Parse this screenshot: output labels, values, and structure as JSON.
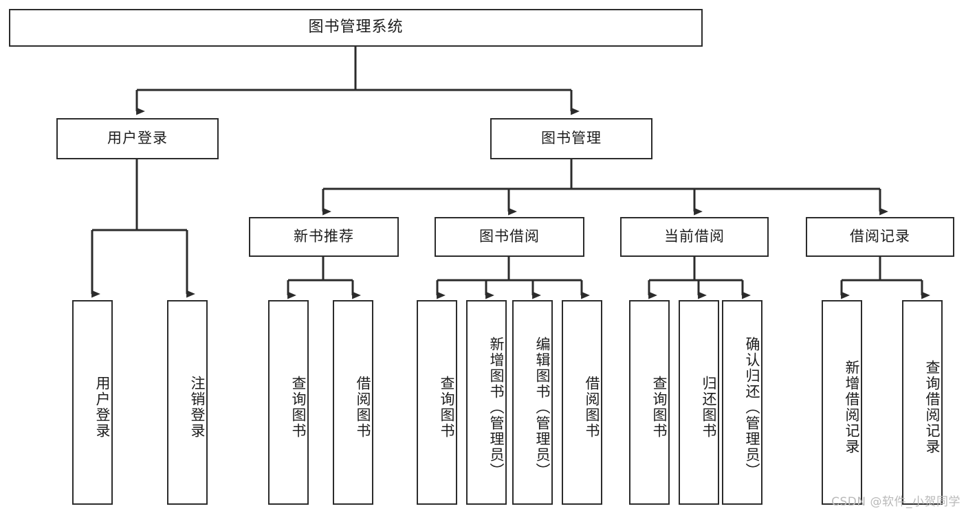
{
  "diagram": {
    "title": "图书管理系统",
    "type": "tree-hierarchy-flowchart",
    "colors": {
      "stroke": "#2b2b2b",
      "fill": "#ffffff",
      "text": "#1c1c1c",
      "watermark": "#b9b9b9"
    },
    "root": {
      "label": "图书管理系统"
    },
    "level2": [
      {
        "label": "用户登录"
      },
      {
        "label": "图书管理"
      }
    ],
    "level3": [
      {
        "label": "新书推荐"
      },
      {
        "label": "图书借阅"
      },
      {
        "label": "当前借阅"
      },
      {
        "label": "借阅记录"
      }
    ],
    "leaves": {
      "user_login": [
        {
          "label": "用户登录"
        },
        {
          "label": "注销登录"
        }
      ],
      "new_book": [
        {
          "label": "查询图书"
        },
        {
          "label": "借阅图书"
        }
      ],
      "borrow_book": [
        {
          "label": "查询图书"
        },
        {
          "label": "新增图书（管理员）"
        },
        {
          "label": "编辑图书（管理员）"
        },
        {
          "label": "借阅图书"
        }
      ],
      "current_borrow": [
        {
          "label": "查询图书"
        },
        {
          "label": "归还图书"
        },
        {
          "label": "确认归还（管理员）"
        }
      ],
      "borrow_record": [
        {
          "label": "新增借阅记录"
        },
        {
          "label": "查询借阅记录"
        }
      ]
    },
    "watermark": "CSDN @软件_小贺同学"
  }
}
